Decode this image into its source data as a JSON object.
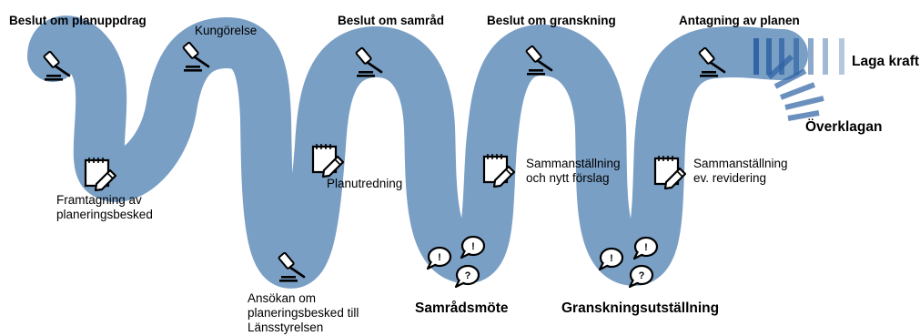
{
  "colors": {
    "path": "#7a9fc5",
    "path_stroke": "#6f94bb",
    "stripes": "#2e62a3",
    "icon": "#000000"
  },
  "labels": {
    "beslut_planuppdrag": "Beslut om planuppdrag",
    "kungorelse": "Kungörelse",
    "beslut_samrad": "Beslut om samråd",
    "beslut_granskning": "Beslut om granskning",
    "antagning": "Antagning av planen",
    "laga_kraft": "Laga kraft",
    "overklagan": "Överklagan",
    "framtagning": "Framtagning av\nplaneringsbesked",
    "planutredning": "Planutredning",
    "sammanstallning_nytt": "Sammanställning\noch nytt förslag",
    "sammanstallning_rev": "Sammanställning\nev. revidering",
    "ansokan": "Ansökan om\nplaneringsbesked till\nLänsstyrelsen",
    "samradsmote": "Samrådsmöte",
    "granskningsutstallning": "Granskningsutställning"
  },
  "icons": {
    "gavel": "gavel-icon",
    "document": "document-edit-icon",
    "speech_exclaim": "!",
    "speech_question": "?"
  }
}
